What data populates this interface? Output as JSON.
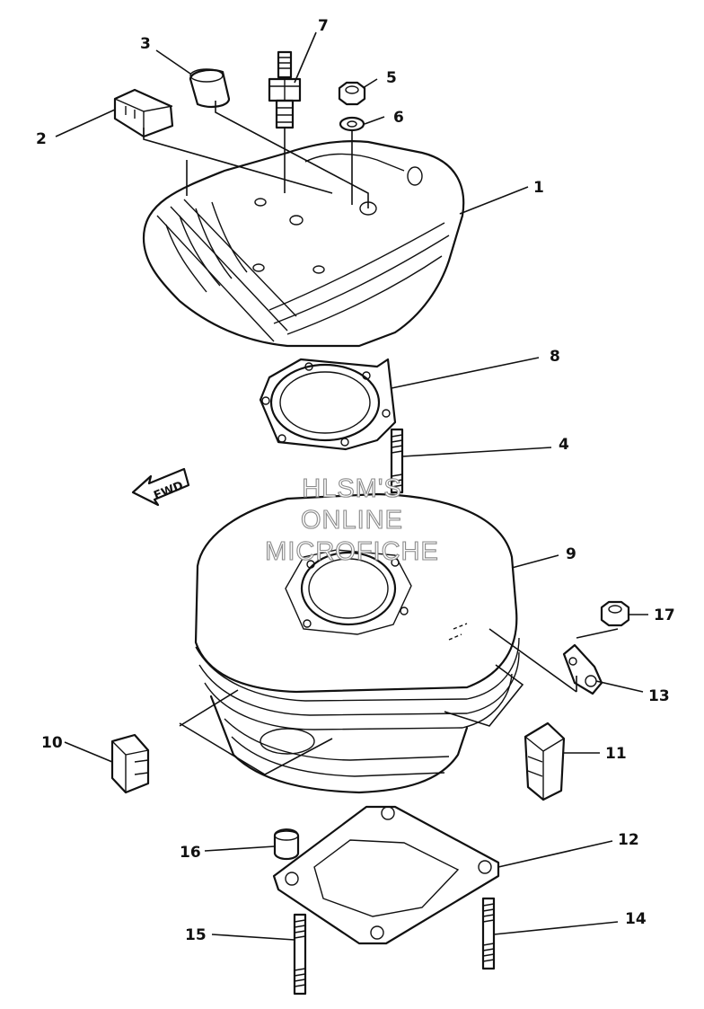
{
  "diagram": {
    "callouts": [
      "1",
      "2",
      "3",
      "4",
      "5",
      "6",
      "7",
      "8",
      "9",
      "10",
      "11",
      "12",
      "13",
      "14",
      "15",
      "16",
      "17"
    ],
    "direction_label": "FWD",
    "watermark": {
      "line1": "HLSM'S",
      "line2": "ONLINE",
      "line3": "MICROFICHE"
    }
  }
}
